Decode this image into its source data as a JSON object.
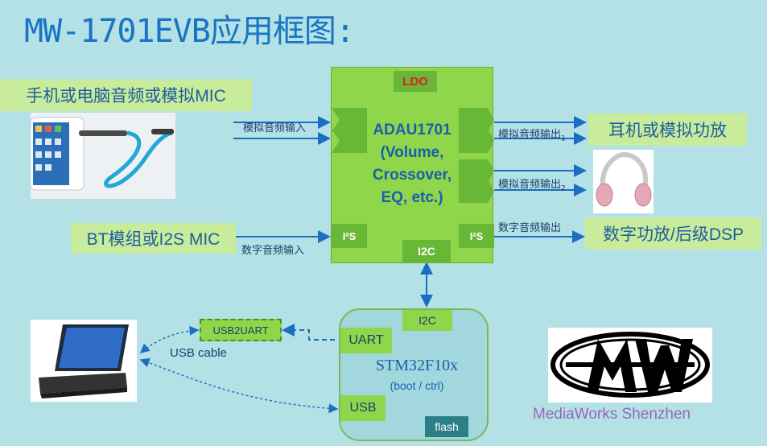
{
  "title": "MW-1701EVB应用框图:",
  "source_label": "手机或电脑音频或模拟MIC",
  "bt_label": "BT模组或I2S MIC",
  "headphone_label": "耳机或模拟功放",
  "digital_amp_label": "数字功放/后级DSP",
  "arrow_labels": {
    "analog_in": "模拟音频输入",
    "analog_out1": "模拟音频输出",
    "analog_out1_sub": "1",
    "analog_out2": "模拟音频输出",
    "analog_out2_sub": "2",
    "digital_out": "数字音频输出",
    "digital_in": "数字音频输入"
  },
  "adau": {
    "ldo": "LDO",
    "name_lines": [
      "ADAU1701",
      "(Volume,",
      "Crossover,",
      "EQ, etc.)"
    ],
    "i2s_left": "I²S",
    "i2s_right": "I²S",
    "i2c": "I2C"
  },
  "stm": {
    "i2c": "I2C",
    "uart": "UART",
    "name": "STM32F10x",
    "sub": "(boot / ctrl)",
    "usb": "USB",
    "flash": "flash"
  },
  "usb2uart": "USB2UART",
  "usb_cable": "USB cable",
  "brand": "MediaWorks Shenzhen",
  "colors": {
    "background": "#b3e1e6",
    "label_green": "#c8eb9c",
    "chip_green": "#8fd64a",
    "port_green": "#69b737",
    "title_blue": "#1a74c4",
    "arrow_blue": "#1b6fc0",
    "ldo_red": "#d8261c",
    "brand_purple": "#9a66b8"
  },
  "icons": [
    "phone-jack-icon",
    "headphones-icon",
    "laptop-icon",
    "mw-logo-icon"
  ]
}
